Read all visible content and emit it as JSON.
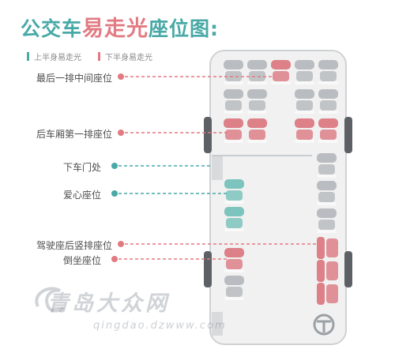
{
  "title": {
    "part1": "公交车",
    "highlight": "易走光",
    "part2": "座位图:"
  },
  "legend": [
    {
      "label": "上半身易走光",
      "color": "#48a9a6"
    },
    {
      "label": "下半身易走光",
      "color": "#e27a82"
    }
  ],
  "callouts": [
    {
      "label": "最后一排中间座位",
      "color": "#e27a82"
    },
    {
      "label": "后车厢第一排座位",
      "color": "#e27a82"
    },
    {
      "label": "下车门处",
      "color": "#48a9a6"
    },
    {
      "label": "爱心座位",
      "color": "#48a9a6"
    },
    {
      "label": "驾驶座后竖排座位",
      "color": "#e27a82"
    },
    {
      "label": "倒坐座位",
      "color": "#e27a82"
    }
  ],
  "watermark": {
    "name": "青岛大众网",
    "url": "qingdao.dzwww.com"
  },
  "colors": {
    "pink_seat": "#dd8088",
    "teal_seat": "#7cc4bd",
    "gray_seat": "#b9bcc0",
    "bus_body": "#f1f1f1",
    "bus_outline": "#cfd2d4"
  }
}
